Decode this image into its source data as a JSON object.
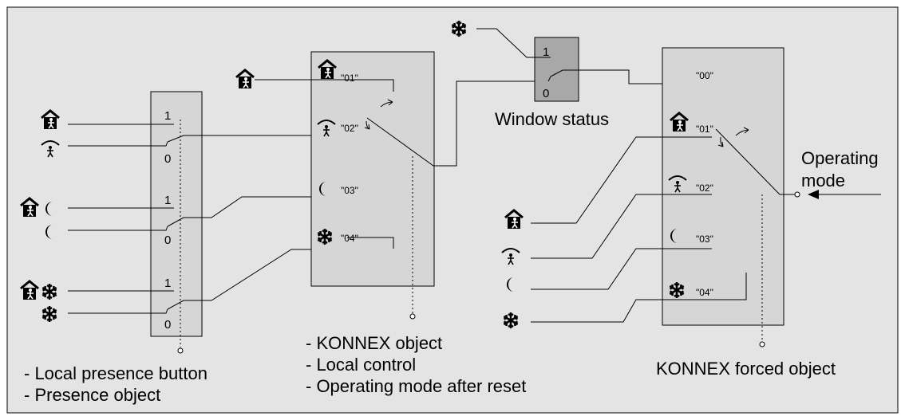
{
  "colors": {
    "canvas_bg": "#e4e4e4",
    "box_fill": "#d6d6d6",
    "window_box_fill": "#a8a8a8",
    "line": "#000000"
  },
  "icons": {
    "comfort": "house-with-person-icon",
    "standby": "person-under-roof-icon",
    "night": "crescent-moon-icon",
    "frost": "snowflake-icon"
  },
  "left_panel": {
    "switch1": {
      "on": "1",
      "off": "0"
    },
    "switch2": {
      "on": "1",
      "off": "0"
    },
    "switch3": {
      "on": "1",
      "off": "0"
    },
    "caption": [
      "- Local presence button",
      "- Presence object"
    ]
  },
  "middle_panel": {
    "labels": [
      "\"01\"",
      "\"02\"",
      "\"03\"",
      "\"04\""
    ],
    "caption": [
      "- KONNEX object",
      "- Local control",
      "- Operating mode after reset"
    ]
  },
  "window_panel": {
    "on": "1",
    "off": "0",
    "caption": "Window status"
  },
  "right_panel": {
    "labels": [
      "\"00\"",
      "\"01\"",
      "\"02\"",
      "\"03\"",
      "\"04\""
    ],
    "caption": "KONNEX forced object",
    "output_caption": [
      "Operating",
      "mode"
    ]
  }
}
